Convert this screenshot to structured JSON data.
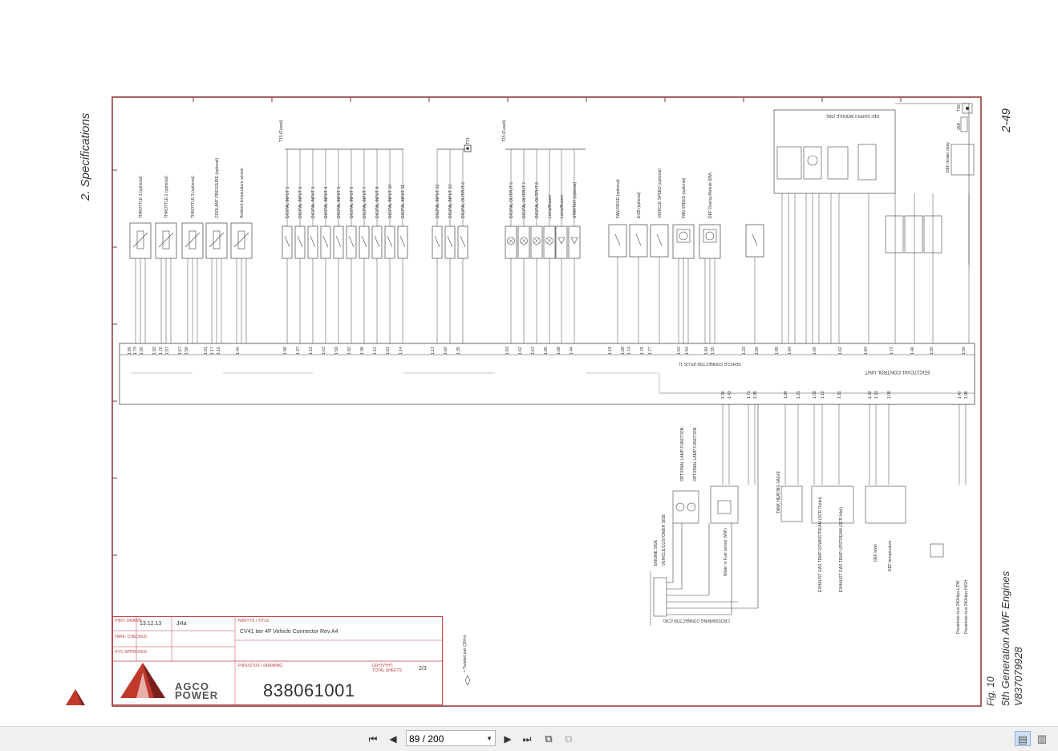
{
  "document": {
    "section_title": "2. Specifications",
    "page_number": "2-49",
    "figure_label": "Fig. 10",
    "side_title": "5th Generation AWF Engines",
    "side_code": "V837079928"
  },
  "brand": {
    "side_logo": "AGCO POWER",
    "logo_line1": "AGCO",
    "logo_line2": "POWER",
    "red": "#c0392b"
  },
  "title_block": {
    "drawn_label": "PIIRT. DRAWN",
    "drawn_date": "13.12.13",
    "drawn_by": "JHa",
    "checked_label": "TARK. CHECKED",
    "approved_label": "HYV. APPROVED",
    "title_label": "NIMITYS • TITLE",
    "title": "CV41 tier 4F Vehicle Connector Rev A4",
    "drawing_label": "PIIRUSTUS • DRAWING",
    "drawing_number": "838061001",
    "sheets_label": "LEHTI/YHT. TOTAL SHEETS",
    "sheets": "2/3"
  },
  "schematic": {
    "top_fused_1": "T15 (Fused)",
    "top_fused_2": "T15 (Fused)",
    "t31": "T31",
    "t30": "T30",
    "ecu_label": "EDC17CV41 CONTROL UNIT",
    "vehicle_connector": "VEHICLE CONNECTOR (PLUG 1)",
    "crosswiring": "CROSSWIRING CONNECTOR (CW)",
    "engine_side": "ENGINE SIDE",
    "vehicle_side": "VEHICLE/CUSTOMER SIDE",
    "twisted": "= Twisted pair (30/m)",
    "def_module": "DEF SUPPLY MODULE (SM)",
    "def_heater_relay": "DEF heater relay",
    "fuse_25a": "25A",
    "components": [
      "THROTTLE 1 (optional)",
      "THROTTLE 2 (optional)",
      "THROTTLE 3 (optional)",
      "COOLANT PRESSURE (optional)",
      "Ambient temperature sensor",
      "DIGITAL INPUT 1",
      "DIGITAL INPUT 2",
      "DIGITAL INPUT 3",
      "DIGITAL INPUT 4",
      "DIGITAL INPUT 5",
      "DIGITAL INPUT 6",
      "DIGITAL INPUT 7",
      "DIGITAL INPUT 8",
      "DIGITAL INPUT 10",
      "DIGITAL INPUT 11",
      "DIGITAL INPUT 12",
      "DIGITAL INPUT 13",
      "DIGITAL OUTPUT 6",
      "DIGITAL OUTPUT 5",
      "DIGITAL OUTPUT 7",
      "DIGITAL OUTPUT 8",
      "Lamp/Buzzer",
      "Lamp/Buzzer",
      "STARTER (optional)",
      "FAN DRIVE (optional)",
      "EGB (optional)",
      "VEHICLE SPEED (optional)",
      "FAN SPEED (optional)",
      "DEF Dosing Module (DM)"
    ],
    "pins_top": [
      "1.85",
      "1.79",
      "1.80",
      "1.92",
      "1.76",
      "1.57",
      "1.67",
      "1.56",
      "1.91",
      "1.17",
      "1.16",
      "1.40",
      "1.58",
      "1.37",
      "1.12",
      "1.63",
      "1.59",
      "1.82",
      "1.38",
      "1.11",
      "1.81",
      "1.14",
      "1.13",
      "1.60",
      "1.35",
      "1.83",
      "1.62",
      "1.61",
      "1.86",
      "1.88",
      "1.44",
      "1.19",
      "1.88",
      "1.74",
      "1.78",
      "1.77",
      "1.53",
      "1.54",
      "1.84",
      "1.55",
      "1.23",
      "1.86",
      "1.89",
      "1.84",
      "1.65",
      "1.62",
      "1.84",
      "1.72",
      "1.46",
      "1.93",
      "1.50"
    ],
    "pins_bottom": [
      "1.36",
      "1.43",
      "1.71",
      "1.95",
      "1.94",
      "1.21",
      "1.09",
      "1.10",
      "1.31",
      "1.32",
      "1.33",
      "1.08",
      "1.47",
      "1.96"
    ],
    "bottom_components": [
      "OPTIONAL LAMP FUNCTION",
      "OPTIONAL LAMP FUNCTION",
      "Water in Fuel sensor (WIF)",
      "TANK HEATING VALVE",
      "EXHAUST GAS TEMP DOWNSTREAM (SCR Outlet)",
      "EXHAUST GAS TEMP UPSTREAM (SCR Inlet)",
      "DEF level",
      "DEF temperature",
      "Powertrain bus 250kbps LOW",
      "Powertrain bus 250kbps HIGH"
    ]
  },
  "viewer": {
    "page_field": "89 / 200",
    "page_index": 89,
    "page_total": 200
  }
}
